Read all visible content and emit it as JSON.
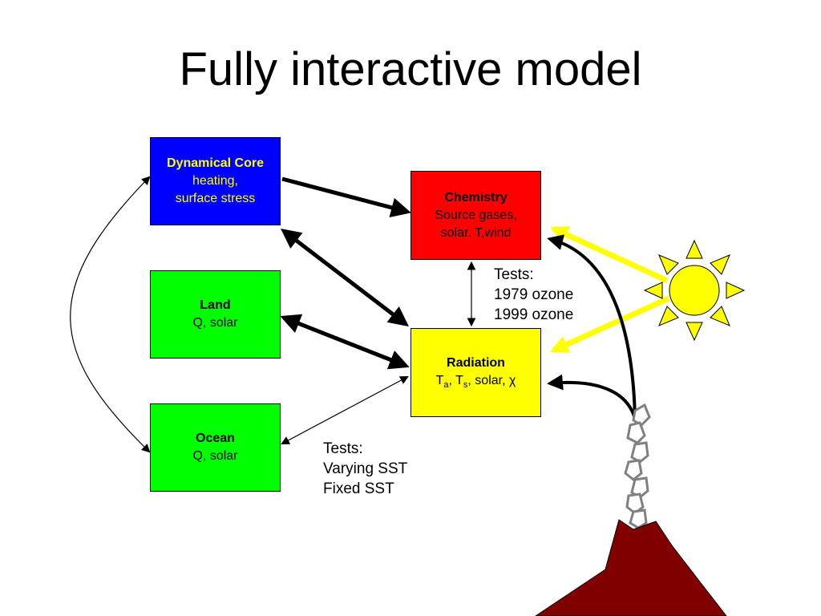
{
  "title": "Fully interactive model",
  "boxes": {
    "dynamical_core": {
      "title": "Dynamical Core",
      "line1": "heating,",
      "line2": "surface stress",
      "color": "#0000ff"
    },
    "chemistry": {
      "title": "Chemistry",
      "line1": "Source gases,",
      "line2": "solar, T,wind",
      "color": "#ff0000"
    },
    "land": {
      "title": "Land",
      "line1": "Q, solar",
      "color": "#00ff00"
    },
    "ocean": {
      "title": "Ocean",
      "line1": "Q, solar",
      "color": "#00ff00"
    },
    "radiation": {
      "title": "Radiation",
      "t": "T",
      "sub_a": "a",
      "sep": ", ",
      "sub_s": "s",
      "rest": ", solar, χ",
      "color": "#ffff00"
    }
  },
  "tests_ozone": {
    "label": "Tests:",
    "item1": "1979 ozone",
    "item2": "1999 ozone"
  },
  "tests_sst": {
    "label": "Tests:",
    "item1": "Varying SST",
    "item2": "Fixed SST"
  },
  "colors": {
    "sun": "#ffff00",
    "volcano": "#800000",
    "arrow": "#000000"
  },
  "icons": [
    "sun-icon",
    "volcano-icon",
    "plume-icon"
  ]
}
